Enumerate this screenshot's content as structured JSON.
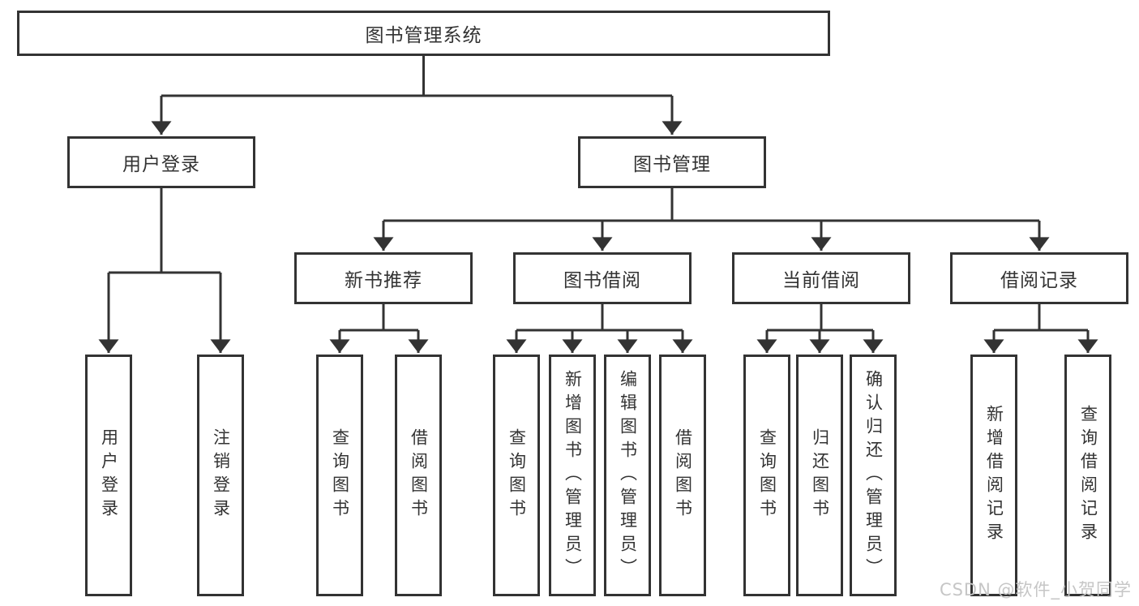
{
  "diagram": {
    "nodes": {
      "root": "图书管理系统",
      "user_login": "用户登录",
      "book_management": "图书管理",
      "login": "用户登录",
      "logout": "注销登录",
      "new_book_recommend": "新书推荐",
      "book_borrow": "图书借阅",
      "current_borrow": "当前借阅",
      "borrow_records": "借阅记录",
      "nbr_query_books": "查询图书",
      "nbr_borrow_books": "借阅图书",
      "bb_query_books": "查询图书",
      "bb_add_books": "新增图书（管理员）",
      "bb_edit_books": "编辑图书（管理员）",
      "bb_borrow_books": "借阅图书",
      "cb_query_books": "查询图书",
      "cb_return_books": "归还图书",
      "cb_confirm_return": "确认归还（管理员）",
      "br_add_record": "新增借阅记录",
      "br_query_record": "查询借阅记录"
    },
    "colors": {
      "line": "#333333",
      "text": "#333333",
      "background": "#ffffff",
      "watermark": "#c6c6c6"
    }
  },
  "watermark": "CSDN @软件_小贺同学"
}
